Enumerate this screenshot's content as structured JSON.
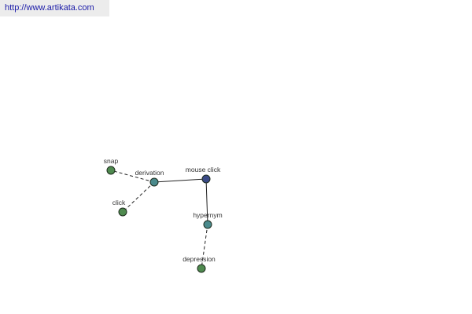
{
  "site_link": {
    "text": "http://www.artikata.com"
  },
  "graph": {
    "nodes": [
      {
        "id": "snap",
        "label": "snap",
        "kind": "related",
        "color": "#4f8a4f"
      },
      {
        "id": "derivation",
        "label": "derivation",
        "kind": "relation",
        "color": "#4a8a8c"
      },
      {
        "id": "mouse-click",
        "label": "mouse click",
        "kind": "center",
        "color": "#3a4a86"
      },
      {
        "id": "click",
        "label": "click",
        "kind": "related",
        "color": "#4f8a4f"
      },
      {
        "id": "hypernym",
        "label": "hypernym",
        "kind": "relation",
        "color": "#4a8a8c"
      },
      {
        "id": "depression",
        "label": "depression",
        "kind": "related",
        "color": "#4f8a4f"
      }
    ],
    "edges": [
      {
        "from": "mouse-click",
        "to": "derivation",
        "style": "solid"
      },
      {
        "from": "mouse-click",
        "to": "hypernym",
        "style": "solid"
      },
      {
        "from": "derivation",
        "to": "snap",
        "style": "dashed"
      },
      {
        "from": "derivation",
        "to": "click",
        "style": "dashed"
      },
      {
        "from": "hypernym",
        "to": "depression",
        "style": "dashed"
      }
    ]
  }
}
